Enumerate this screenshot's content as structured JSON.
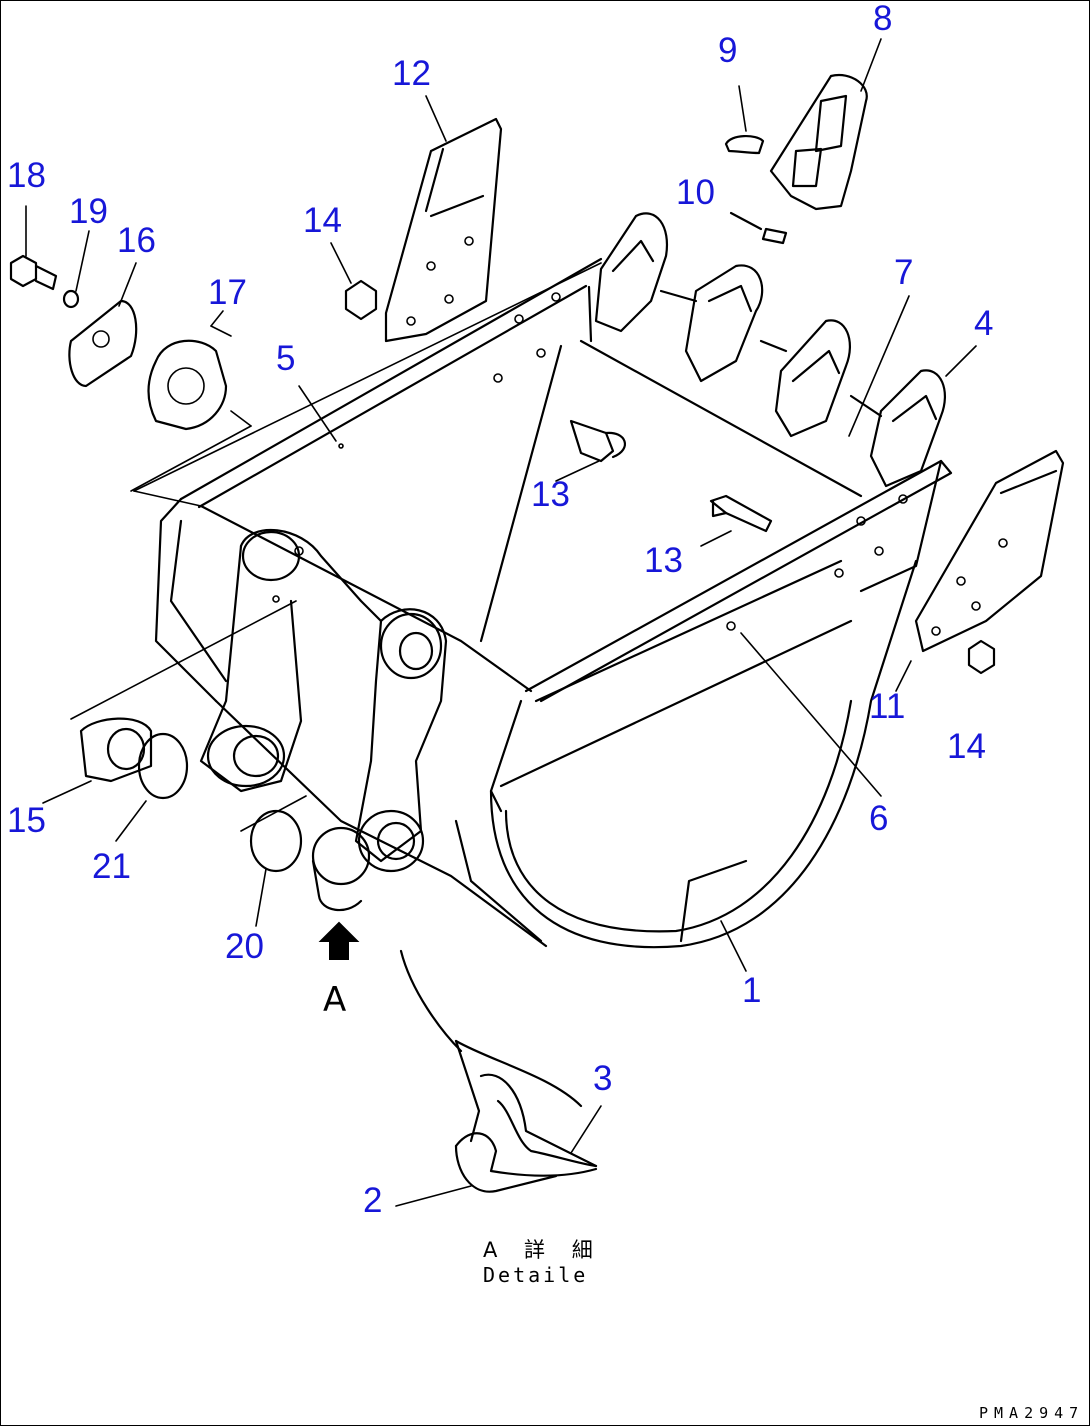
{
  "callouts": {
    "c1": "1",
    "c2": "2",
    "c3": "3",
    "c4": "4",
    "c5": "5",
    "c6": "6",
    "c7": "7",
    "c8": "8",
    "c9": "9",
    "c10": "10",
    "c11": "11",
    "c12": "12",
    "c13a": "13",
    "c13b": "13",
    "c14a": "14",
    "c14b": "14",
    "c15": "15",
    "c16": "16",
    "c17": "17",
    "c18": "18",
    "c19": "19",
    "c20": "20",
    "c21": "21"
  },
  "view_marker": {
    "letter": "A",
    "icon": "up-arrow-icon"
  },
  "detail_caption": {
    "japanese": "A 詳 細",
    "english": "Detaile"
  },
  "drawing_code": "PMA2947",
  "colors": {
    "callout": "#1717d8",
    "line": "#000000",
    "background": "#ffffff"
  }
}
